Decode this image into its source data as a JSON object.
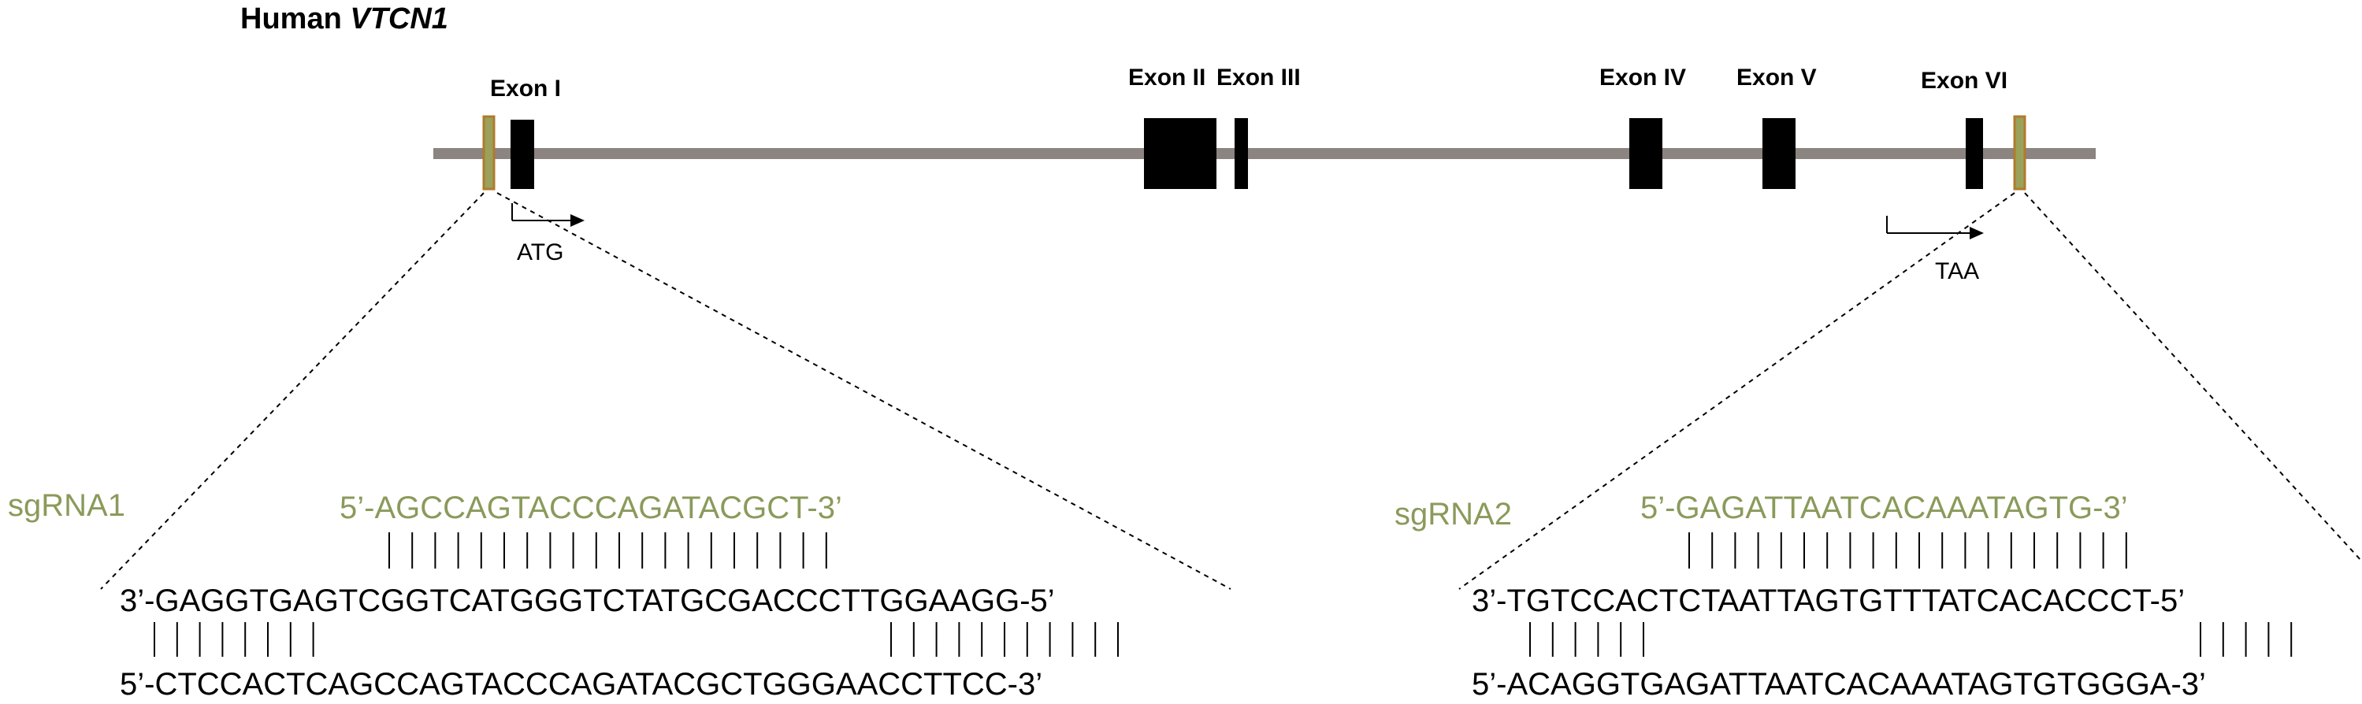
{
  "title": {
    "prefix": "Human ",
    "gene": "VTCN1"
  },
  "exons": [
    {
      "label": "Exon I"
    },
    {
      "label": "Exon II"
    },
    {
      "label": "Exon III"
    },
    {
      "label": "Exon IV"
    },
    {
      "label": "Exon V"
    },
    {
      "label": "Exon VI"
    }
  ],
  "markers": {
    "start_codon": "ATG",
    "stop_codon": "TAA"
  },
  "sgrna1": {
    "label": "sgRNA1",
    "guide": "5’-AGCCAGTACCCAGATACGCT-3’",
    "top_strand": "3’-GAGGTGAGTCGGTCATGGGTCTATGCGACCCTTGGAAGG-5’",
    "bottom_strand": "5’-CTCCACTCAGCCAGTACCCAGATACGCTGGGAACCTTCC-3’"
  },
  "sgrna2": {
    "label": "sgRNA2",
    "guide": "5’-GAGATTAATCACAAATAGTG-3’",
    "top_strand": "3’-TGTCCACTCTAATTAGTGTTTATCACACCCT-5’",
    "bottom_strand": "5’-ACAGGTGAGATTAATCACAAATAGTGTGGGA-3’"
  },
  "colors": {
    "intron": "#8c8480",
    "exon": "#000000",
    "target_site_fill": "#9aa15a",
    "target_site_border": "#b07a2e",
    "sgrna_text": "#8a9a5b",
    "text": "#000000"
  }
}
